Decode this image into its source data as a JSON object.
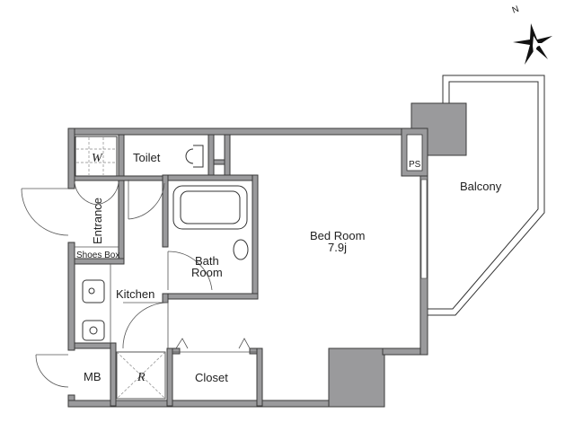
{
  "rooms": {
    "toilet": "Toilet",
    "entrance": "Entrance",
    "shoes_box": "Shoes Box",
    "bath_line1": "Bath",
    "bath_line2": "Room",
    "kitchen": "Kitchen",
    "mb": "MB",
    "refrigerator": "R",
    "washer": "W",
    "closet": "Closet",
    "bedroom": "Bed Room",
    "bedroom_size": "7.9j",
    "ps": "PS",
    "balcony": "Balcony"
  },
  "compass": {
    "north_label": "N"
  },
  "colors": {
    "wall": "#9a9a9c",
    "line": "#333333"
  }
}
